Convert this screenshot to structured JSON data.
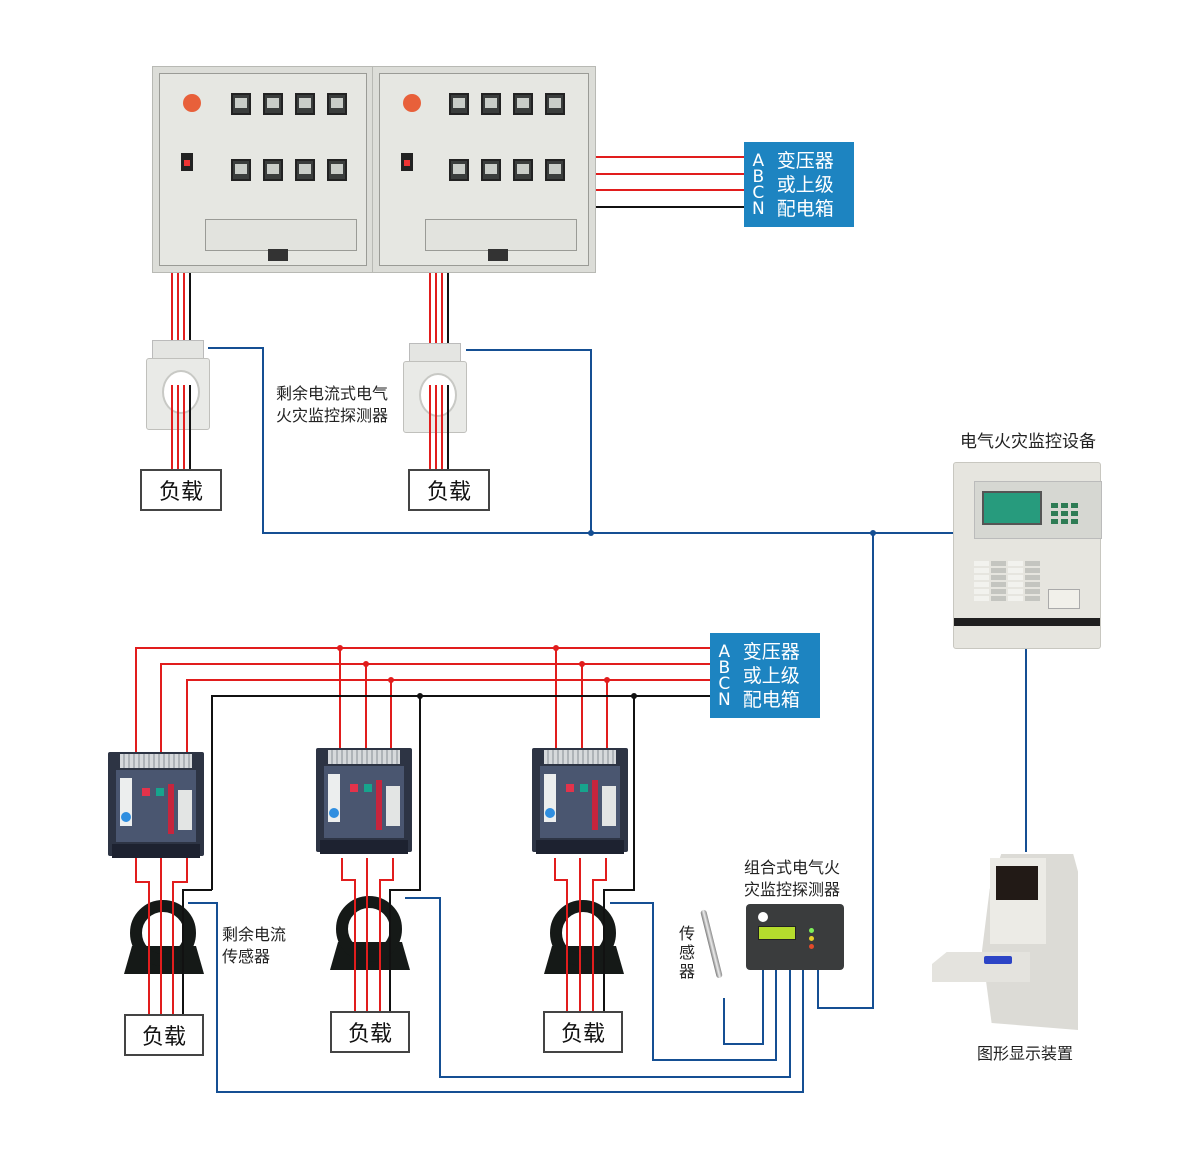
{
  "colors": {
    "phase_wire": "#e11d1d",
    "neutral_wire": "#111111",
    "signal_bus": "#154f93",
    "source_box": "#1d84c1",
    "source_text": "#ffffff"
  },
  "top_section": {
    "cabinets": [
      {
        "id": "cabinet-1",
        "logo_icon": "company-logo-icon",
        "meters_per_row": 4,
        "rows": 2
      },
      {
        "id": "cabinet-2",
        "logo_icon": "company-logo-icon",
        "meters_per_row": 4,
        "rows": 2
      }
    ],
    "source_box": {
      "phases": [
        "A",
        "B",
        "C",
        "N"
      ],
      "lines": [
        "变压器",
        "或上级",
        "配电箱"
      ]
    },
    "detector_label": [
      "剩余电流式电气",
      "火灾监控探测器"
    ],
    "loads": [
      "负载",
      "负载"
    ]
  },
  "monitor": {
    "label": "电气火灾监控设备"
  },
  "bottom_section": {
    "source_box": {
      "phases": [
        "A",
        "B",
        "C",
        "N"
      ],
      "lines": [
        "变压器",
        "或上级",
        "配电箱"
      ]
    },
    "breakers": [
      "breaker-1",
      "breaker-2",
      "breaker-3"
    ],
    "sensor_label": [
      "剩余电流",
      "传感器"
    ],
    "loads": [
      "负载",
      "负载",
      "负载"
    ],
    "combined_detector_label": [
      "组合式电气火",
      "灾监控探测器"
    ],
    "temp_sensor_label": [
      "传",
      "感",
      "器"
    ]
  },
  "display": {
    "label": "图形显示装置"
  }
}
